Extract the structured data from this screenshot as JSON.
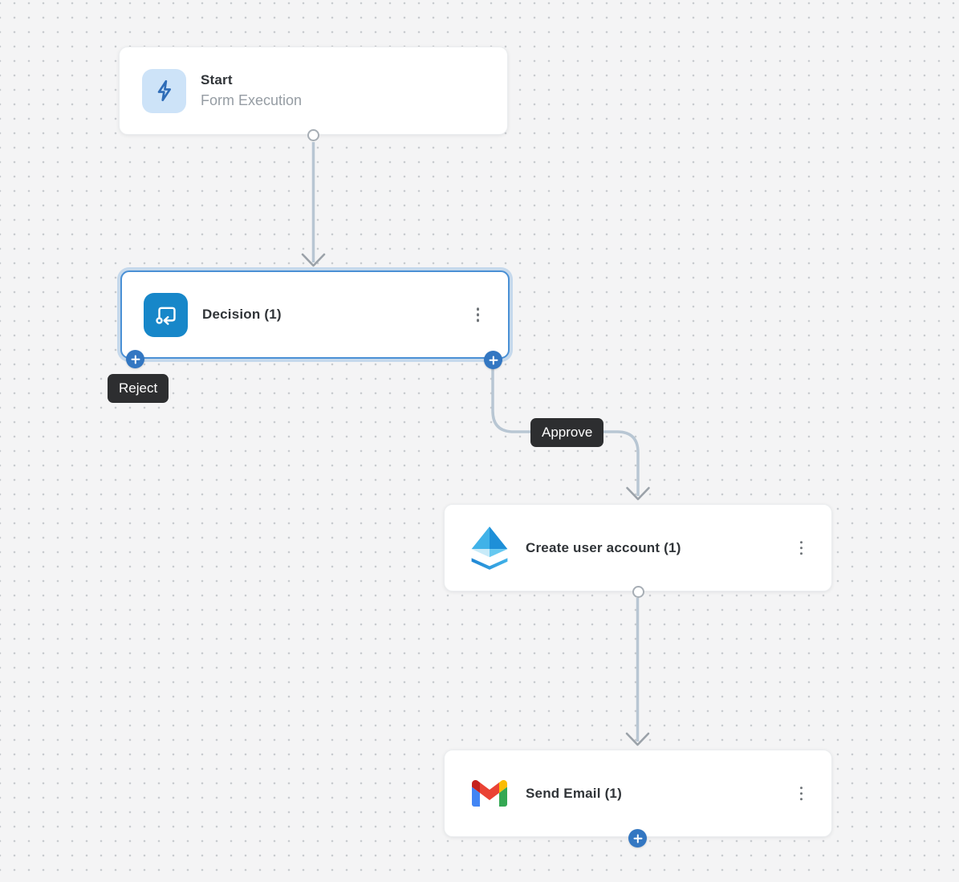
{
  "canvas": {
    "background": "#f4f4f5",
    "dot_color": "#c8cbcf"
  },
  "nodes": {
    "start": {
      "title": "Start",
      "subtitle": "Form Execution",
      "icon": "lightning-icon",
      "icon_bg": "#cde3f8"
    },
    "decision": {
      "title": "Decision (1)",
      "icon": "decision-branch-icon",
      "icon_bg": "#1787c9",
      "selected": true,
      "menu_icon": "kebab-menu-icon"
    },
    "create_user": {
      "title": "Create user account (1)",
      "icon": "azure-ad-icon",
      "menu_icon": "kebab-menu-icon"
    },
    "send_email": {
      "title": "Send Email (1)",
      "icon": "gmail-icon",
      "menu_icon": "kebab-menu-icon"
    }
  },
  "edge_labels": {
    "reject": "Reject",
    "approve": "Approve"
  },
  "colors": {
    "edge": "#b8c6d3",
    "arrow": "#9ba2a9",
    "plus_button": "#3377c2",
    "selected_border": "#4a90d5",
    "selection_halo": "#cfe0f2",
    "tooltip_bg": "#2d2e30",
    "node_title": "#303438",
    "node_subtitle": "#959ca3"
  }
}
